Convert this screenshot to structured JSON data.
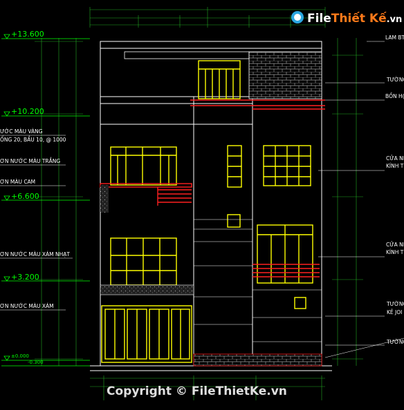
{
  "brand": {
    "name_a": "File",
    "name_b": "Thiết Kế",
    "suffix": ".vn"
  },
  "watermark": "Copyright © FileThietKe.vn",
  "levels": [
    "+13.600",
    "+10.200",
    "+6.600",
    "+3.200",
    "±0.000",
    "-0.300"
  ],
  "notes_left": [
    "ƯỚC MÀU VÀNG",
    "ỐNG 20, BẦU 10, @ 1000",
    "ƠN NƯỚC MÀU TRẮNG",
    "ƠN MÀU CAM",
    "ƠN NƯỚC MÀU XÁM NHẠT",
    "ƠN NƯỚC MÀU XÁM"
  ],
  "notes_right": [
    "LAM BT",
    "TƯỜNG",
    "BỒN H(",
    "CỬA NI",
    "KÍNH TR",
    "CỬA NI",
    "KÍNH TR",
    "TƯỜNG",
    "KẺ JOI",
    "TƯỜNG"
  ],
  "colors": {
    "background": "#000000",
    "wall": "#ffffff",
    "frame": "#ffff00",
    "railing": "#ff2020",
    "brick": "#b0b0b0",
    "dimension": "#22aa22",
    "level_tag": "#00ff00",
    "brand_accent": "#ff7a1a"
  }
}
